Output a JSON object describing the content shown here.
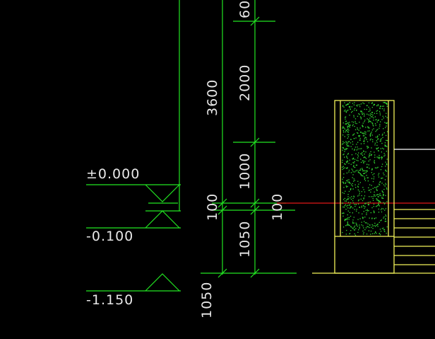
{
  "colors": {
    "background": "#000000",
    "green": "#22e622",
    "text": "#e8e8e8",
    "yellow": "#f2f25a",
    "red": "#e01818",
    "white": "#ffffff",
    "hatch": "#33dd33"
  },
  "levels": [
    {
      "label": "±0.000"
    },
    {
      "label": "-0.100"
    },
    {
      "label": "-1.150"
    }
  ],
  "dimensions": {
    "col_a": [
      {
        "text": "3600"
      },
      {
        "text": "100"
      }
    ],
    "col_b": [
      {
        "text": "60"
      },
      {
        "text": "2000"
      },
      {
        "text": "1000"
      },
      {
        "text": "1050"
      },
      {
        "text": "100"
      }
    ],
    "bottom": [
      {
        "text": "1050"
      }
    ]
  }
}
